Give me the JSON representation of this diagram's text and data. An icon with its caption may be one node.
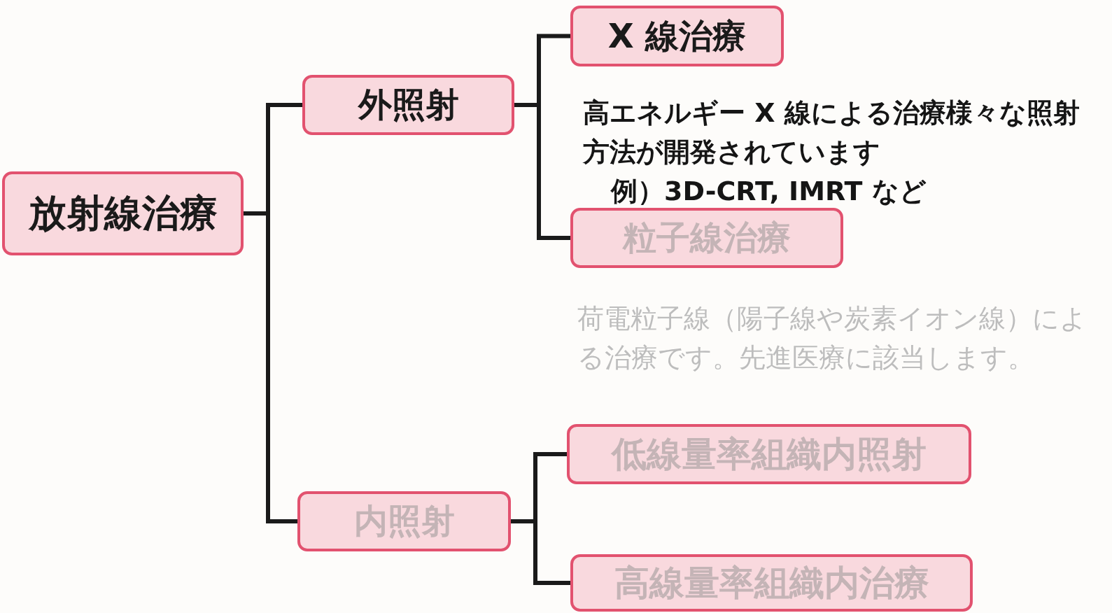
{
  "diagram": {
    "nodes": [
      {
        "text": [
          "放射線治療"
        ]
      },
      {
        "text": [
          "外照射"
        ]
      },
      {
        "text": [
          "X 線治療"
        ],
        "beside": [
          "高エネルギー X 線による治療様々な照射方法が開発されています",
          "例）3D-CRT, IMRT など"
        ]
      },
      {
        "text": [
          "粒子線治療"
        ],
        "beside": [
          "荷電粒子線（陽子線や炭素イオン線）による治療です。先進医療に該当します。"
        ]
      },
      {
        "text": [
          "内照射"
        ]
      },
      {
        "text": [
          "低線量率組織内照射"
        ]
      },
      {
        "text": [
          "高線量率組織内治療"
        ]
      }
    ],
    "edges": [
      {
        "from": 0,
        "to": 1,
        "arrow": "none"
      },
      {
        "from": 0,
        "to": 4,
        "arrow": "none"
      },
      {
        "from": 1,
        "to": 2,
        "arrow": "none"
      },
      {
        "from": 1,
        "to": 3,
        "arrow": "none"
      },
      {
        "from": 4,
        "to": 5,
        "arrow": "none"
      },
      {
        "from": 4,
        "to": 6,
        "arrow": "none"
      }
    ]
  }
}
